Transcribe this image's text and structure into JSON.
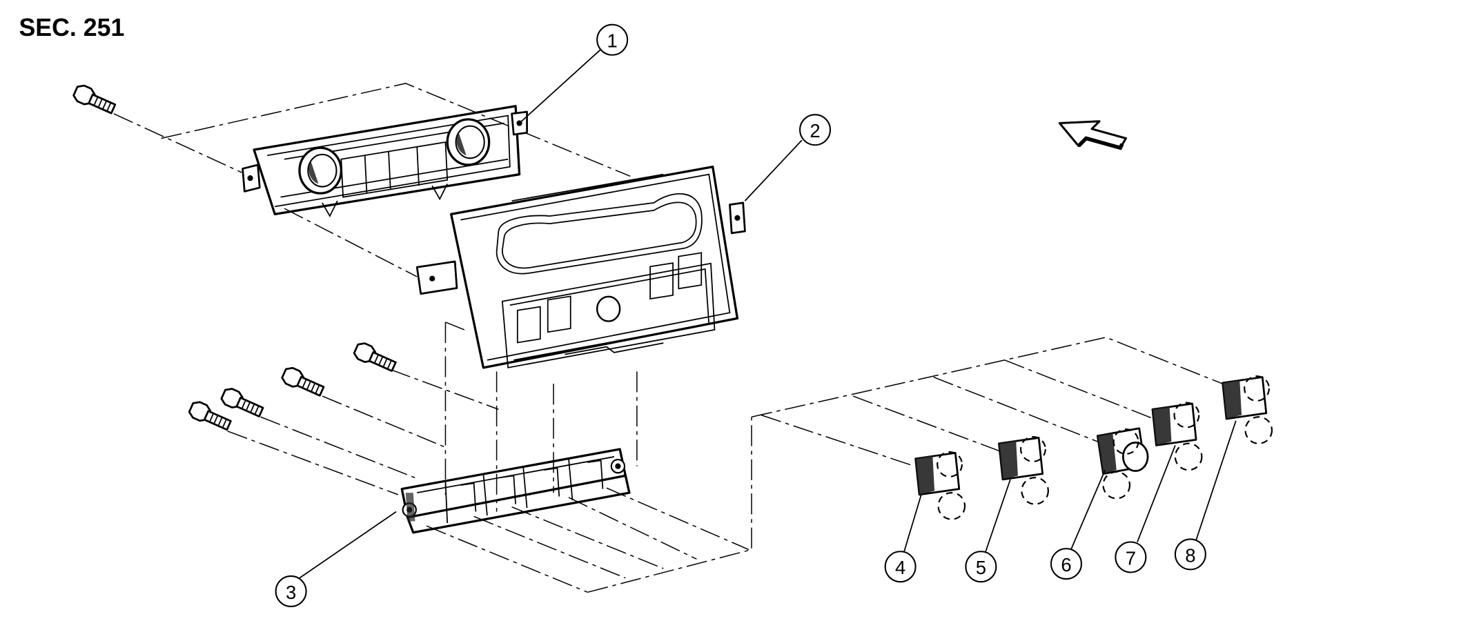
{
  "section_label": "SEC. 251",
  "callouts": [
    "1",
    "2",
    "3",
    "4",
    "5",
    "6",
    "7",
    "8"
  ],
  "icons": {
    "bolt": "bolt-icon",
    "direction": "direction-arrow-icon"
  }
}
